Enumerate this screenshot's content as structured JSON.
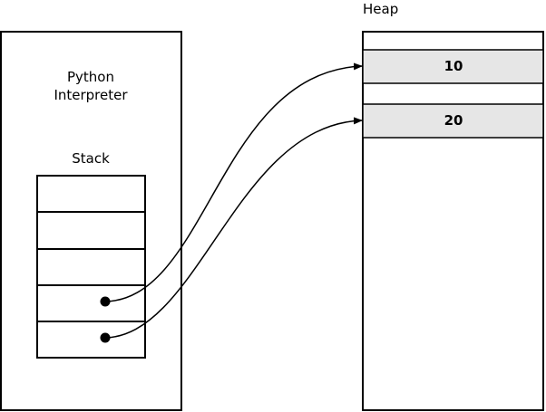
{
  "interpreter": {
    "title_line1": "Python",
    "title_line2": "Interpreter"
  },
  "stack": {
    "label": "Stack",
    "slots": 5
  },
  "heap": {
    "label": "Heap",
    "cells": [
      {
        "value": "10"
      },
      {
        "value": "20"
      }
    ]
  },
  "references": [
    {
      "from_stack_slot": 3,
      "to_heap_cell": 0
    },
    {
      "from_stack_slot": 4,
      "to_heap_cell": 1
    }
  ]
}
